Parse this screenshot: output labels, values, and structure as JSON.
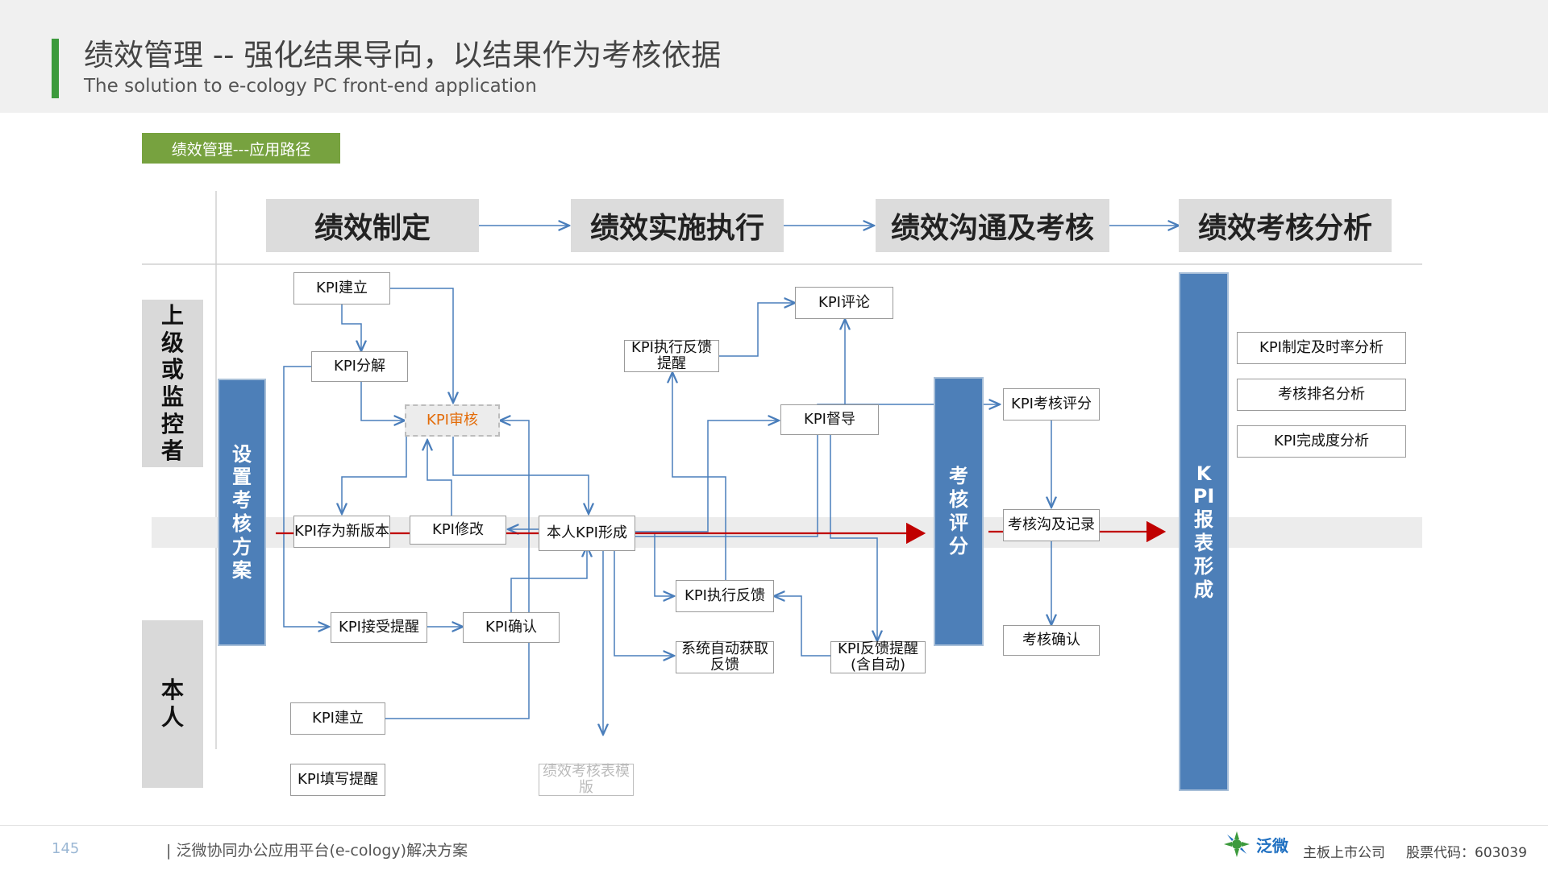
{
  "header": {
    "title": "绩效管理 -- 强化结果导向，以结果作为考核依据",
    "subtitle": "The solution to e-cology PC front-end application"
  },
  "tag": "绩效管理---应用路径",
  "stages": [
    "绩效制定",
    "绩效实施执行",
    "绩效沟通及考核",
    "绩效考核分析"
  ],
  "roles": {
    "upper": [
      "上",
      "级",
      "或",
      "监",
      "控",
      "者"
    ],
    "self": [
      "本",
      "人"
    ]
  },
  "bars": {
    "setup": [
      "设",
      "置",
      "考",
      "核",
      "方",
      "案"
    ],
    "evaluate": [
      "考",
      "核",
      "评",
      "分"
    ],
    "report": [
      "K",
      "PI",
      "报",
      "表",
      "形",
      "成"
    ]
  },
  "boxes": {
    "kpi_build_top": "KPI建立",
    "kpi_decompose": "KPI分解",
    "kpi_audit": "KPI审核",
    "kpi_save_version": "KPI存为新版本",
    "kpi_modify": "KPI修改",
    "self_kpi_form": "本人KPI形成",
    "kpi_accept_remind": "KPI接受提醒",
    "kpi_confirm": "KPI确认",
    "kpi_build_self": "KPI建立",
    "kpi_fill_remind": "KPI填写提醒",
    "template": "绩效考核表模版",
    "kpi_exec_feedback_remind": "KPI执行反馈提醒",
    "kpi_comment": "KPI评论",
    "kpi_supervise": "KPI督导",
    "kpi_exec_feedback": "KPI执行反馈",
    "auto_feedback": "系统自动获取反馈",
    "kpi_feedback_remind": "KPI反馈提醒(含自动)",
    "kpi_score": "KPI考核评分",
    "comm_record": "考核沟及记录",
    "eval_confirm": "考核确认"
  },
  "analysis": [
    "KPI制定及时率分析",
    "考核排名分析",
    "KPI完成度分析"
  ],
  "footer": {
    "page": "145",
    "text": "| 泛微协同办公应用平台(e-cology)解决方案",
    "logo_text": "泛微",
    "listed": "主板上市公司",
    "stock": "股票代码：603039"
  },
  "colors": {
    "accent_green": "#3c9a3c",
    "tag_green": "#77a23f",
    "bar_blue": "#4d7fb8",
    "arrow_blue": "#4a7ebb",
    "main_arrow_red": "#c00000",
    "audit_orange": "#e36c09"
  }
}
